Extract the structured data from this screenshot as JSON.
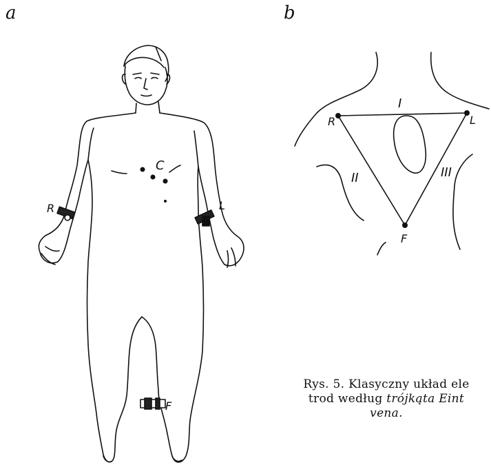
{
  "panels": {
    "a": "a",
    "b": "b"
  },
  "body_figure": {
    "electrode_labels": {
      "right_arm": "R",
      "left_arm": "L",
      "chest": "C",
      "foot": "F"
    }
  },
  "triangle": {
    "vertex_labels": {
      "right": "R",
      "left": "L",
      "foot": "F"
    },
    "lead_labels": {
      "lead1": "I",
      "lead2": "II",
      "lead3": "III"
    }
  },
  "caption": {
    "line1": "Rys. 5. Klasyczny układ ele",
    "line2_prefix": "trod według ",
    "line2_italic": "trójkąta Eint",
    "line3_italic": "vena."
  }
}
